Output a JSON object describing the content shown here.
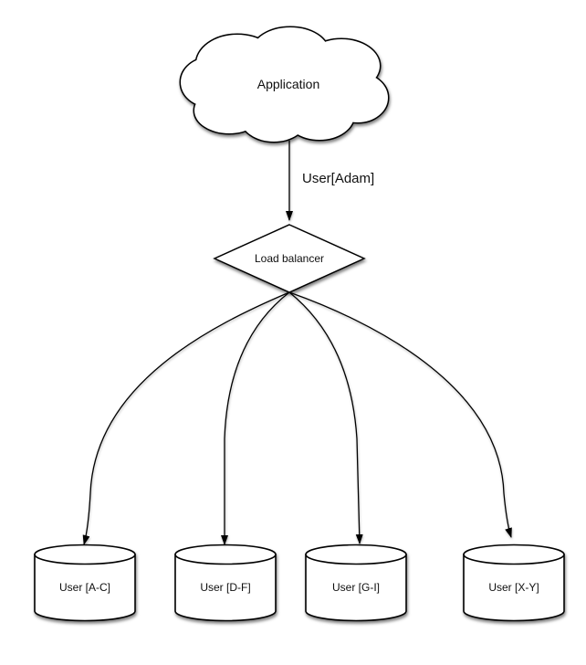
{
  "diagram": {
    "application": {
      "label": "Application",
      "shape": "cloud"
    },
    "edge_app_to_lb": {
      "label": "User[Adam]"
    },
    "load_balancer": {
      "label": "Load balancer",
      "shape": "diamond"
    },
    "shards": [
      {
        "label": "User [A-C]",
        "shape": "cylinder"
      },
      {
        "label": "User [D-F]",
        "shape": "cylinder"
      },
      {
        "label": "User [G-I]",
        "shape": "cylinder"
      },
      {
        "label": "User [X-Y]",
        "shape": "cylinder"
      }
    ],
    "colors": {
      "stroke": "#000000",
      "fill": "#ffffff",
      "text": "#111111",
      "background": "#ffffff"
    }
  }
}
